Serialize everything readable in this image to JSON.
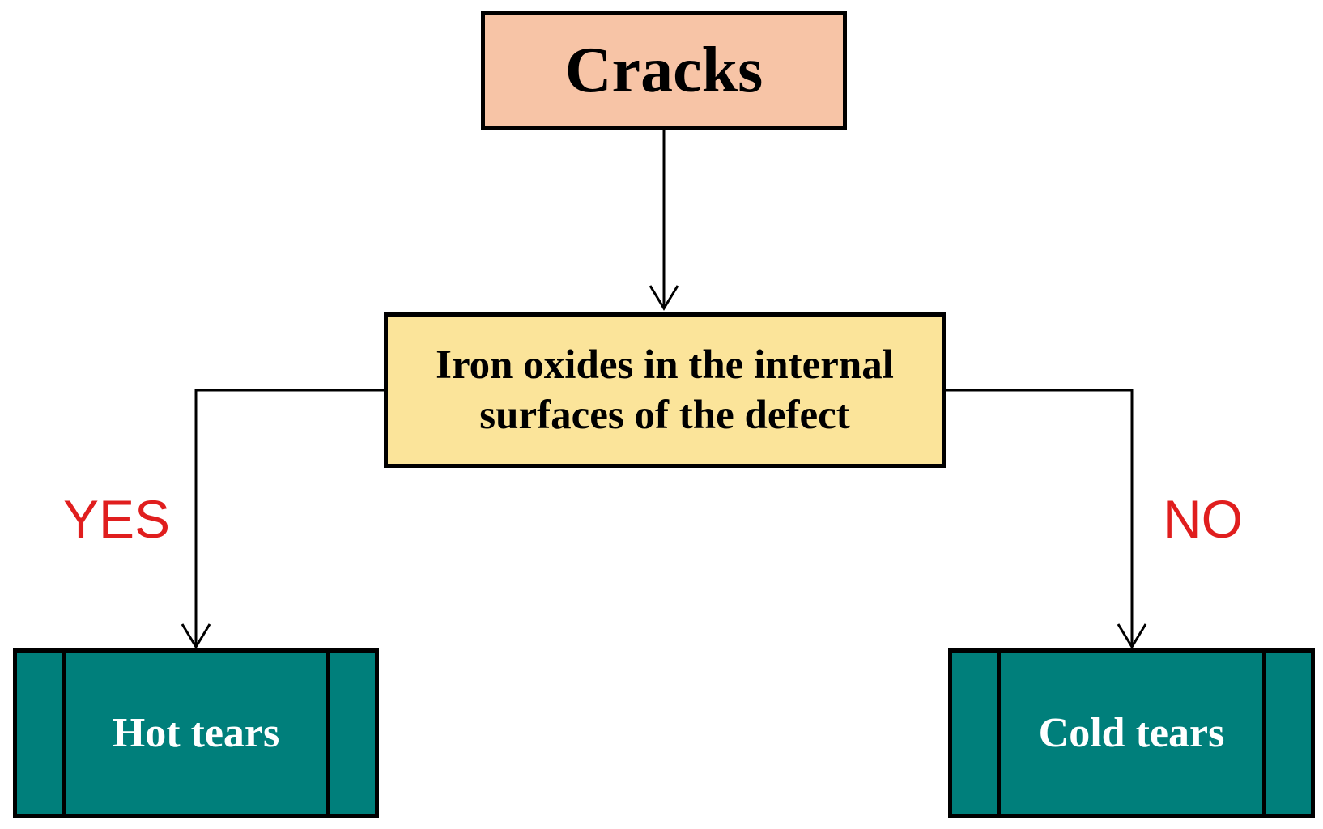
{
  "nodes": {
    "root": {
      "label": "Cracks",
      "fill": "#f7c4a6"
    },
    "decision": {
      "label": "Iron oxides in the internal surfaces of the defect",
      "fill": "#fbe49a"
    },
    "leaf_yes": {
      "label": "Hot tears",
      "fill": "#007f7b"
    },
    "leaf_no": {
      "label": "Cold tears",
      "fill": "#007f7b"
    }
  },
  "branches": {
    "yes": "YES",
    "no": "NO",
    "label_color": "#e01e1e"
  },
  "edges": [
    {
      "from": "root",
      "to": "decision"
    },
    {
      "from": "decision",
      "to": "leaf_yes",
      "label": "YES"
    },
    {
      "from": "decision",
      "to": "leaf_no",
      "label": "NO"
    }
  ]
}
